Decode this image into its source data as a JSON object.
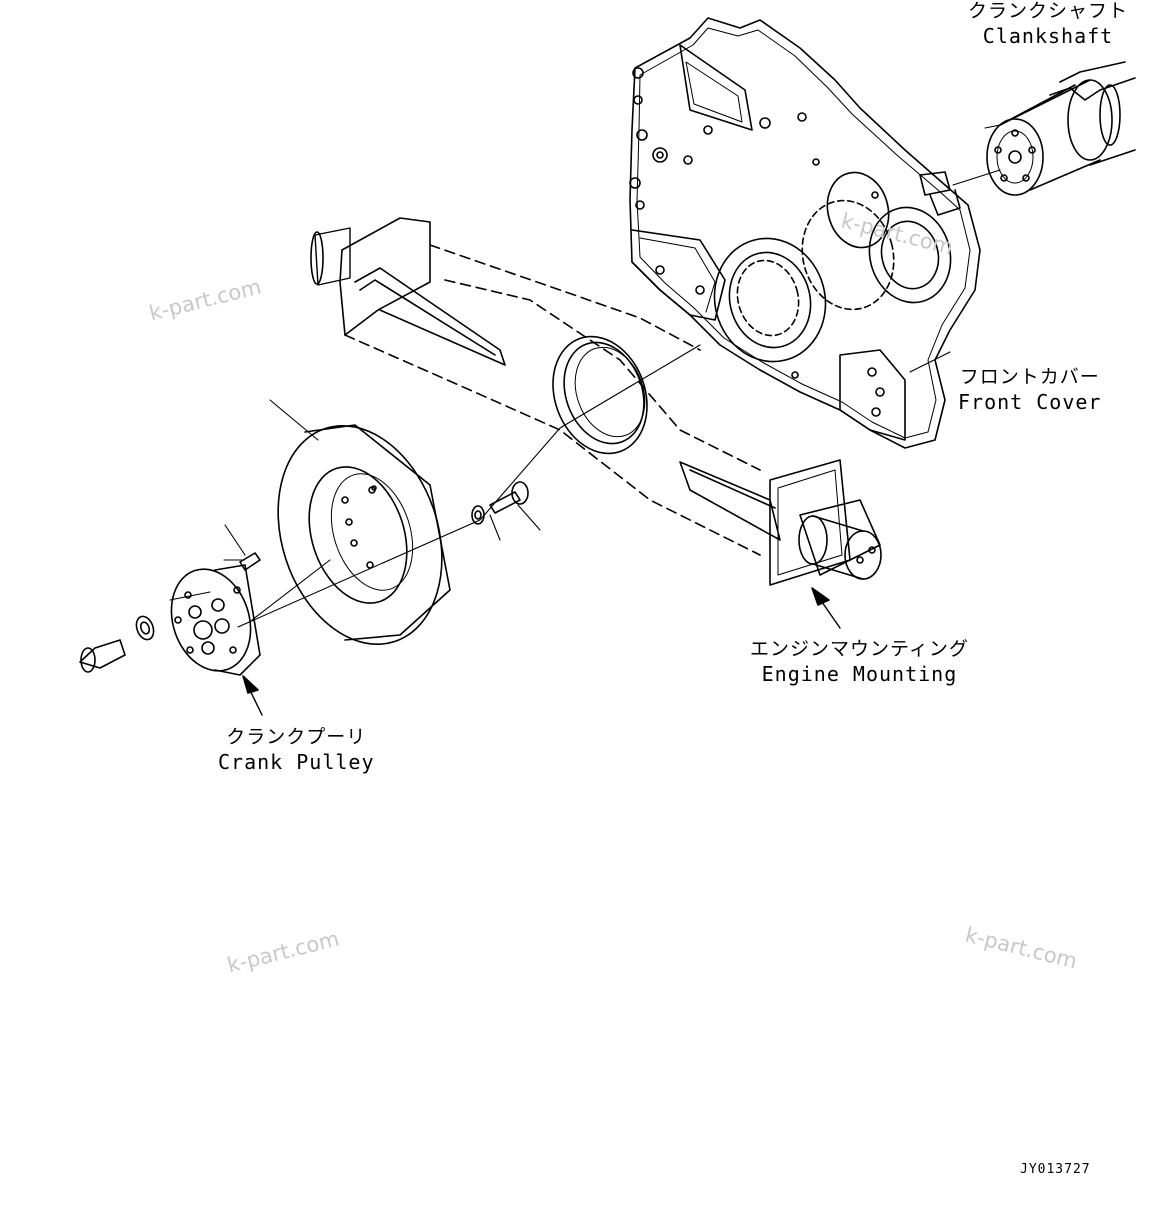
{
  "labels": {
    "crankshaft": {
      "jp": "クランクシャフト",
      "en": "Clankshaft"
    },
    "front_cover": {
      "jp": "フロントカバー",
      "en": "Front Cover"
    },
    "engine_mounting": {
      "jp": "エンジンマウンティング",
      "en": "Engine Mounting"
    },
    "crank_pulley": {
      "jp": "クランクプーリ",
      "en": "Crank Pulley"
    }
  },
  "watermarks": [
    "k-part.com",
    "k-part.com",
    "k-part.com",
    "k-part.com"
  ],
  "drawing_code": "JY013727"
}
